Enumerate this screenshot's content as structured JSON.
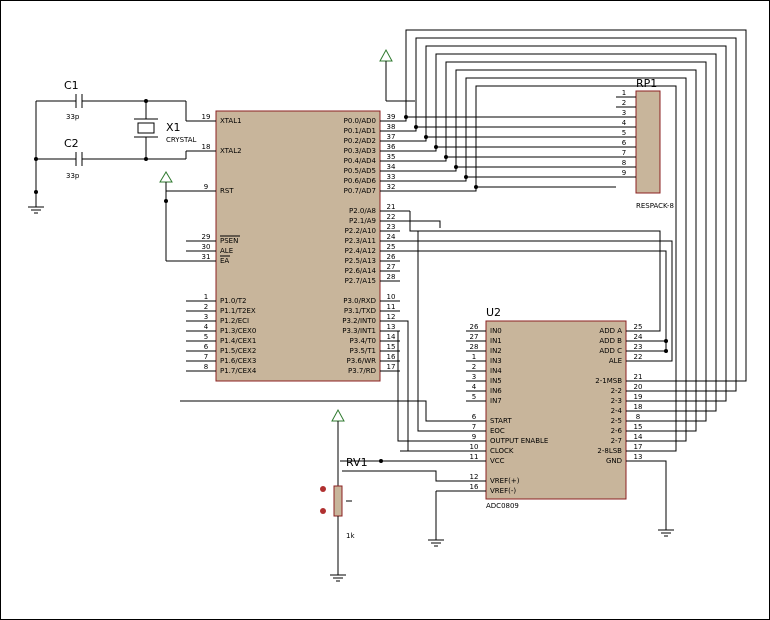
{
  "components": {
    "c1": {
      "ref": "C1",
      "value": "33p"
    },
    "c2": {
      "ref": "C2",
      "value": "33p"
    },
    "x1": {
      "ref": "X1",
      "value": "CRYSTAL"
    },
    "rp1": {
      "ref": "RP1",
      "value": "RESPACK-8",
      "pins": [
        "1",
        "2",
        "3",
        "4",
        "5",
        "6",
        "7",
        "8",
        "9"
      ]
    },
    "u2": {
      "ref": "U2",
      "value": "ADC0809"
    },
    "rv1": {
      "ref": "RV1",
      "value": "1k"
    }
  },
  "mcu": {
    "left_pins": [
      {
        "num": "19",
        "name": "XTAL1"
      },
      {
        "num": "18",
        "name": "XTAL2"
      },
      {
        "num": "9",
        "name": "RST"
      },
      {
        "num": "29",
        "name": "PSEN"
      },
      {
        "num": "30",
        "name": "ALE"
      },
      {
        "num": "31",
        "name": "EA"
      },
      {
        "num": "1",
        "name": "P1.0/T2"
      },
      {
        "num": "2",
        "name": "P1.1/T2EX"
      },
      {
        "num": "3",
        "name": "P1.2/ECI"
      },
      {
        "num": "4",
        "name": "P1.3/CEX0"
      },
      {
        "num": "5",
        "name": "P1.4/CEX1"
      },
      {
        "num": "6",
        "name": "P1.5/CEX2"
      },
      {
        "num": "7",
        "name": "P1.6/CEX3"
      },
      {
        "num": "8",
        "name": "P1.7/CEX4"
      }
    ],
    "right_pins": [
      {
        "num": "39",
        "name": "P0.0/AD0"
      },
      {
        "num": "38",
        "name": "P0.1/AD1"
      },
      {
        "num": "37",
        "name": "P0.2/AD2"
      },
      {
        "num": "36",
        "name": "P0.3/AD3"
      },
      {
        "num": "35",
        "name": "P0.4/AD4"
      },
      {
        "num": "34",
        "name": "P0.5/AD5"
      },
      {
        "num": "33",
        "name": "P0.6/AD6"
      },
      {
        "num": "32",
        "name": "P0.7/AD7"
      },
      {
        "num": "21",
        "name": "P2.0/A8"
      },
      {
        "num": "22",
        "name": "P2.1/A9"
      },
      {
        "num": "23",
        "name": "P2.2/A10"
      },
      {
        "num": "24",
        "name": "P2.3/A11"
      },
      {
        "num": "25",
        "name": "P2.4/A12"
      },
      {
        "num": "26",
        "name": "P2.5/A13"
      },
      {
        "num": "27",
        "name": "P2.6/A14"
      },
      {
        "num": "28",
        "name": "P2.7/A15"
      },
      {
        "num": "10",
        "name": "P3.0/RXD"
      },
      {
        "num": "11",
        "name": "P3.1/TXD"
      },
      {
        "num": "12",
        "name": "P3.2/INT0"
      },
      {
        "num": "13",
        "name": "P3.3/INT1"
      },
      {
        "num": "14",
        "name": "P3.4/T0"
      },
      {
        "num": "15",
        "name": "P3.5/T1"
      },
      {
        "num": "16",
        "name": "P3.6/WR"
      },
      {
        "num": "17",
        "name": "P3.7/RD"
      }
    ]
  },
  "adc": {
    "left_pins": [
      {
        "num": "26",
        "name": "IN0"
      },
      {
        "num": "27",
        "name": "IN1"
      },
      {
        "num": "28",
        "name": "IN2"
      },
      {
        "num": "1",
        "name": "IN3"
      },
      {
        "num": "2",
        "name": "IN4"
      },
      {
        "num": "3",
        "name": "IN5"
      },
      {
        "num": "4",
        "name": "IN6"
      },
      {
        "num": "5",
        "name": "IN7"
      },
      {
        "num": "6",
        "name": "START"
      },
      {
        "num": "7",
        "name": "EOC"
      },
      {
        "num": "9",
        "name": "OUTPUT ENABLE"
      },
      {
        "num": "10",
        "name": "CLOCK"
      },
      {
        "num": "11",
        "name": "VCC"
      },
      {
        "num": "12",
        "name": "VREF(+)"
      },
      {
        "num": "16",
        "name": "VREF(-)"
      }
    ],
    "right_pins": [
      {
        "num": "25",
        "name": "ADD A"
      },
      {
        "num": "24",
        "name": "ADD B"
      },
      {
        "num": "23",
        "name": "ADD C"
      },
      {
        "num": "22",
        "name": "ALE"
      },
      {
        "num": "21",
        "name": "2-1MSB"
      },
      {
        "num": "20",
        "name": "2-2"
      },
      {
        "num": "19",
        "name": "2-3"
      },
      {
        "num": "18",
        "name": "2-4"
      },
      {
        "num": "8",
        "name": "2-5"
      },
      {
        "num": "15",
        "name": "2-6"
      },
      {
        "num": "14",
        "name": "2-7"
      },
      {
        "num": "17",
        "name": "2-8LSB"
      },
      {
        "num": "13",
        "name": "GND"
      }
    ]
  },
  "colors": {
    "ic_body": "#c8b59b",
    "ic_border": "#8b2020",
    "wire": "#000000",
    "terminal": "#2f7a2f",
    "pot_dot": "#b03030"
  }
}
